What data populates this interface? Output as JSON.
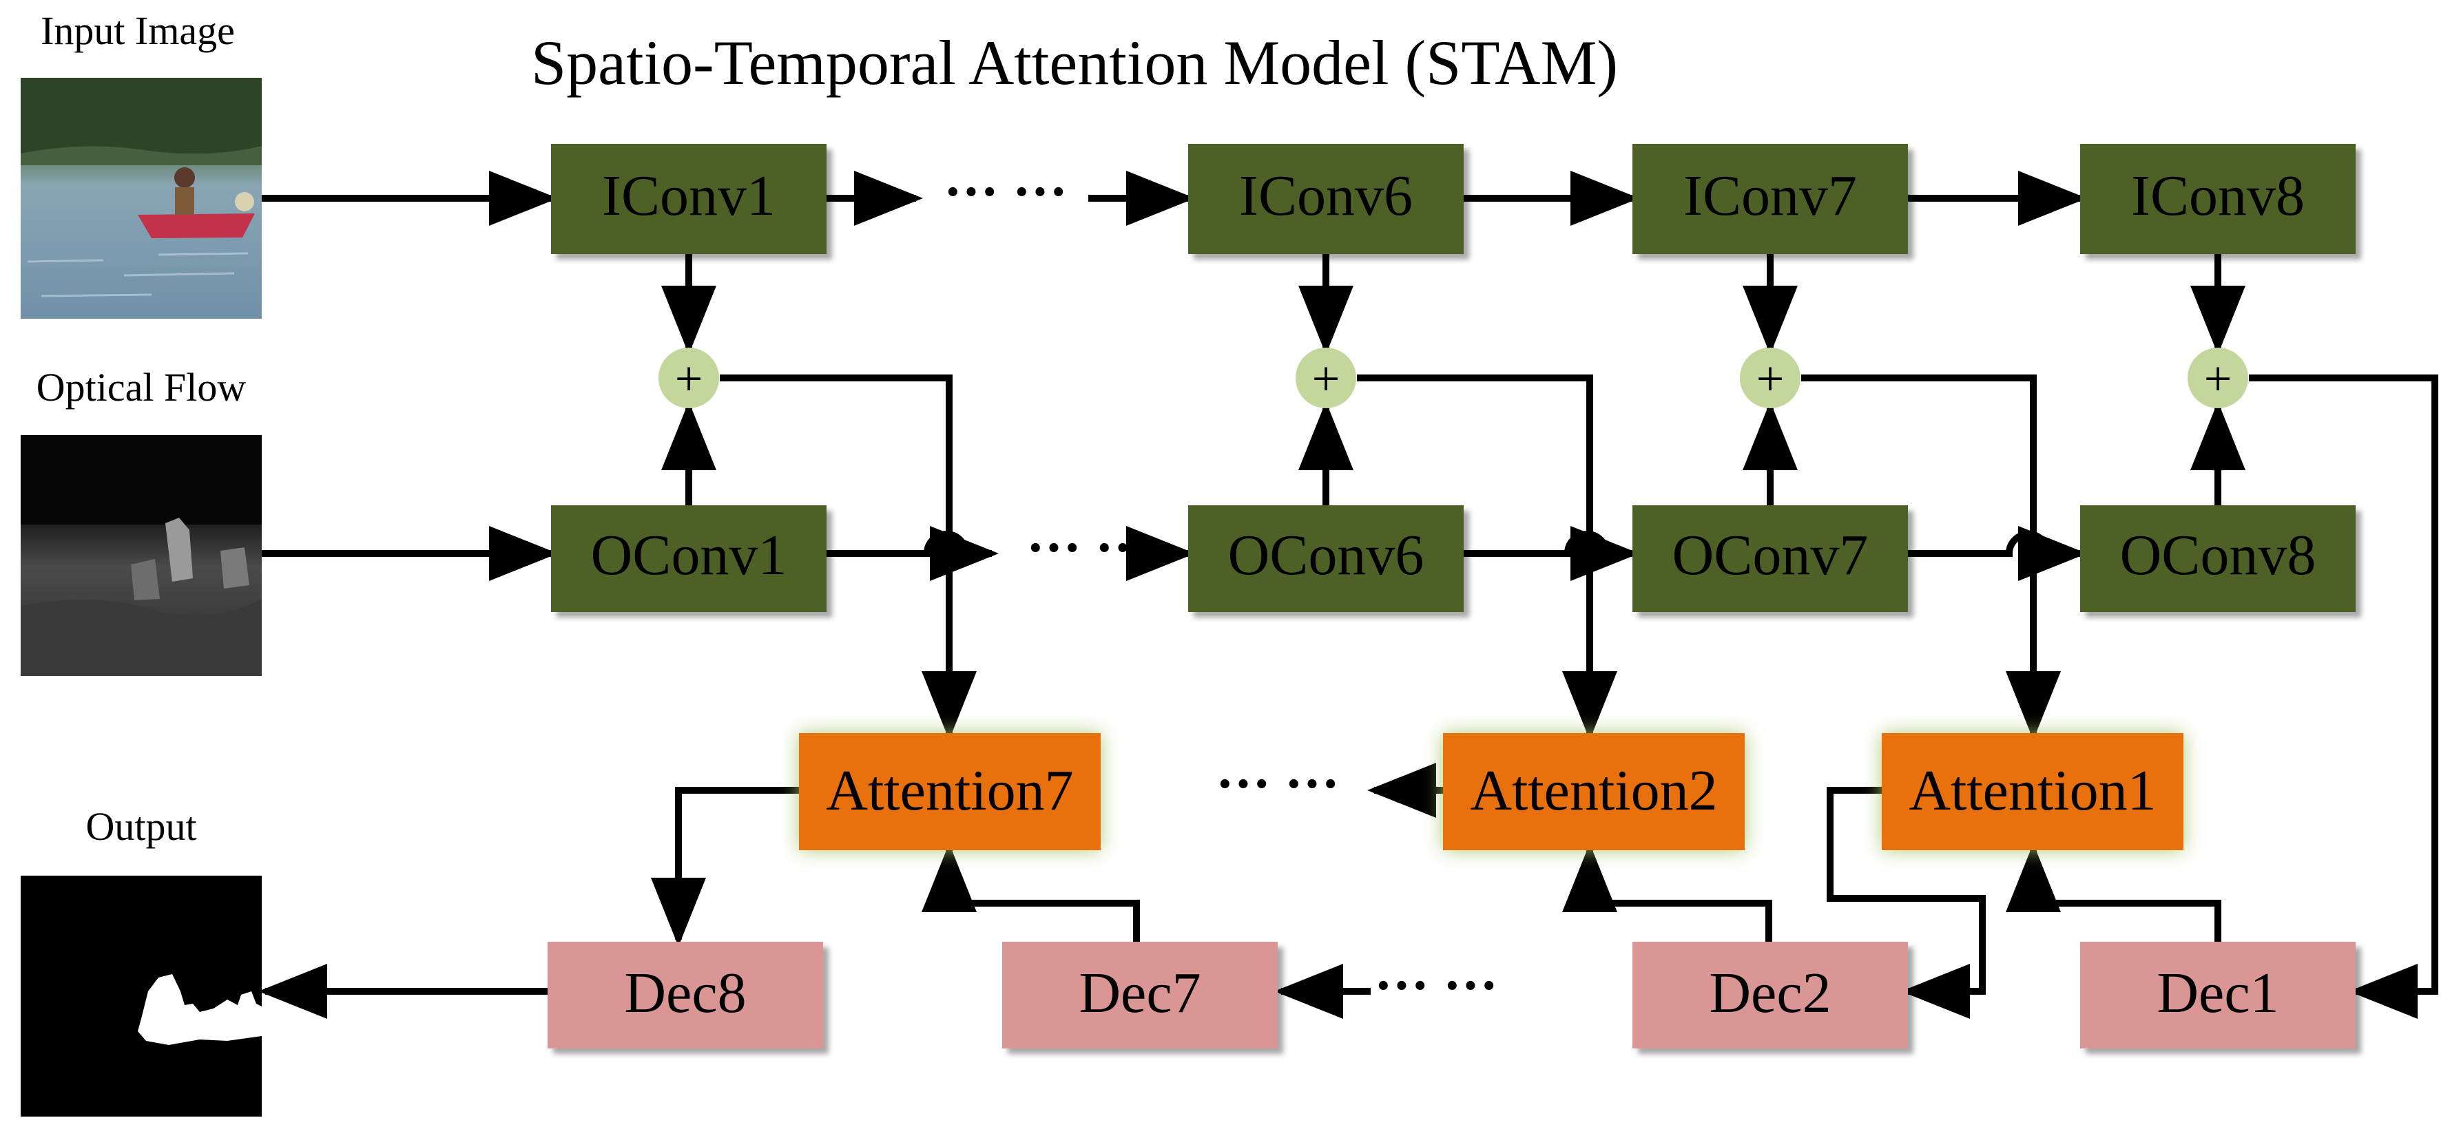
{
  "title": "Spatio-Temporal Attention Model (STAM)",
  "labels": {
    "input_image": "Input Image",
    "optical_flow": "Optical Flow",
    "output": "Output"
  },
  "image_row": [
    "IConv1",
    "IConv6",
    "IConv7",
    "IConv8"
  ],
  "flow_row": [
    "OConv1",
    "OConv6",
    "OConv7",
    "OConv8"
  ],
  "attention_row": [
    "Attention7",
    "Attention2",
    "Attention1"
  ],
  "decoder_row": [
    "Dec8",
    "Dec7",
    "Dec2",
    "Dec1"
  ],
  "sum_symbol": "+",
  "ellipsis": "··· ···",
  "colors": {
    "conv_fill": "#4e6127",
    "attention_fill": "#e8700f",
    "attention_glow": "#b9cf8a",
    "decoder_fill": "#d99694",
    "sum_fill": "#c3d69b",
    "line": "#000000"
  }
}
